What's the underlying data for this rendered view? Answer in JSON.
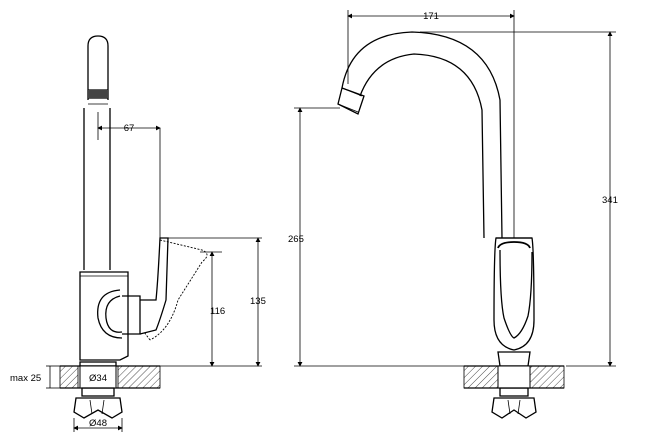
{
  "dimensions": {
    "spout_reach": "171",
    "total_height": "341",
    "spout_height": "265",
    "handle_offset": "67",
    "body_height_outer": "135",
    "body_height_inner": "116",
    "max_deck_thickness": "max 25",
    "shank_diameter": "Ø34",
    "nut_diameter": "Ø48"
  }
}
